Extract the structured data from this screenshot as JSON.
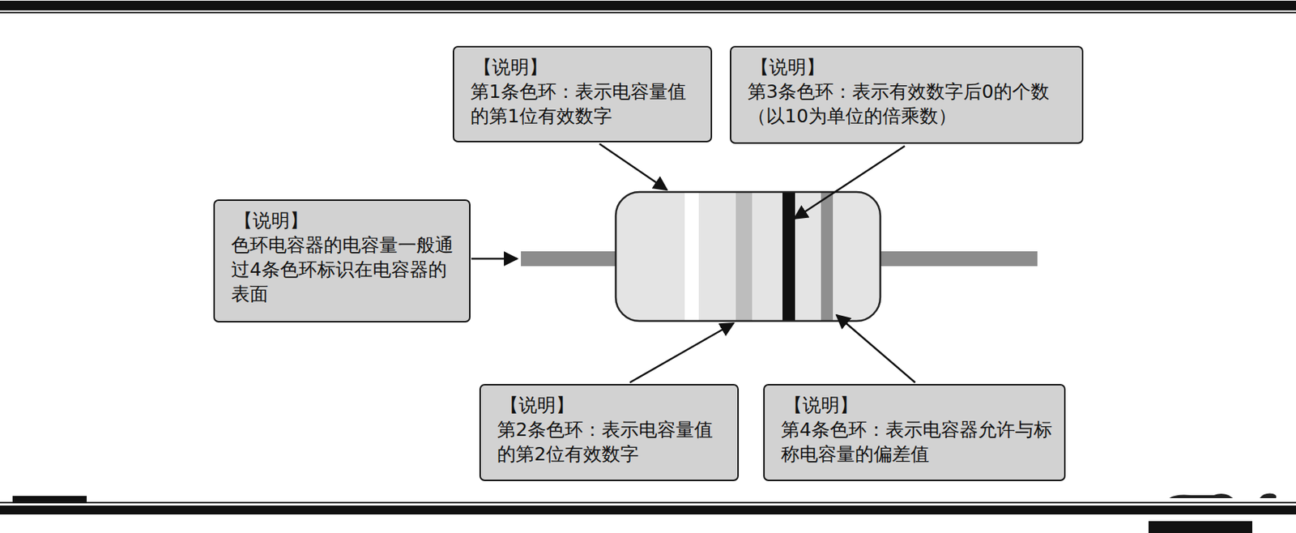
{
  "diagram": {
    "nodes": [
      {
        "text": [
          "【说明】",
          "第1条色环：表示电容量值的第1位有效数字"
        ]
      },
      {
        "text": [
          "【说明】",
          "第3条色环：表示有效数字后0的个数（以10为单位的倍乘数）"
        ]
      },
      {
        "text": [
          "【说明】",
          "色环电容器的电容量一般通过4条色环标识在电容器的表面"
        ]
      },
      {
        "text": [
          "【说明】",
          "第2条色环：表示电容量值的第2位有效数字"
        ]
      },
      {
        "text": [
          "【说明】",
          "第4条色环：表示电容器允许与标称电容量的偏差值"
        ]
      }
    ]
  }
}
